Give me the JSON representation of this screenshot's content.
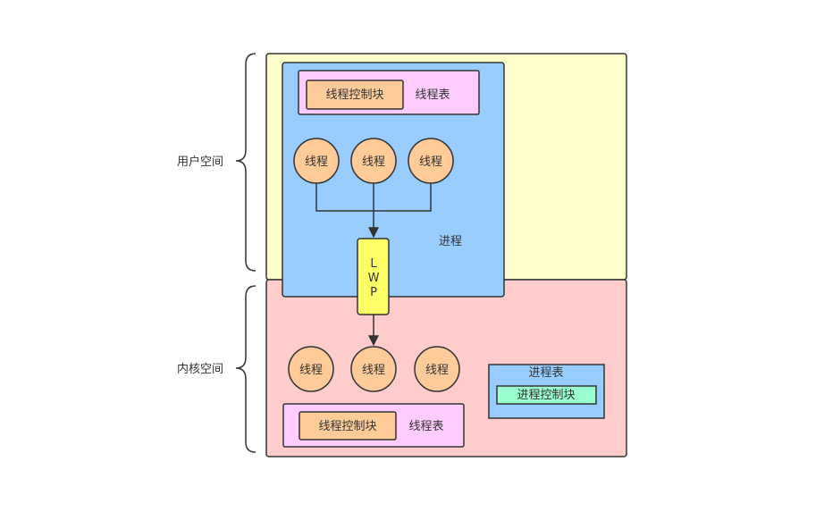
{
  "user_space_label": "用户空间",
  "kernel_space_label": "内核空间",
  "process_label": "进程",
  "user_thread_table": {
    "control_block_label": "线程控制块",
    "table_label": "线程表"
  },
  "user_threads": [
    "线程",
    "线程",
    "线程"
  ],
  "lwp_letters": [
    "L",
    "W",
    "P"
  ],
  "kernel_threads": [
    "线程",
    "线程",
    "线程"
  ],
  "kernel_thread_table": {
    "control_block_label": "线程控制块",
    "table_label": "线程表"
  },
  "process_table": {
    "table_label": "进程表",
    "control_block_label": "进程控制块"
  },
  "colors": {
    "user_space_bg": "#FFFFCC",
    "kernel_space_bg": "#FFCCCC",
    "process_bg": "#99CCFF",
    "thread_table_bg": "#FFCCFF",
    "thread_control_block_bg": "#FFCC99",
    "thread_node_bg": "#FFCC99",
    "lwp_bg": "#FFFF66",
    "process_control_block_bg": "#99FFCC",
    "stroke": "#333333"
  }
}
